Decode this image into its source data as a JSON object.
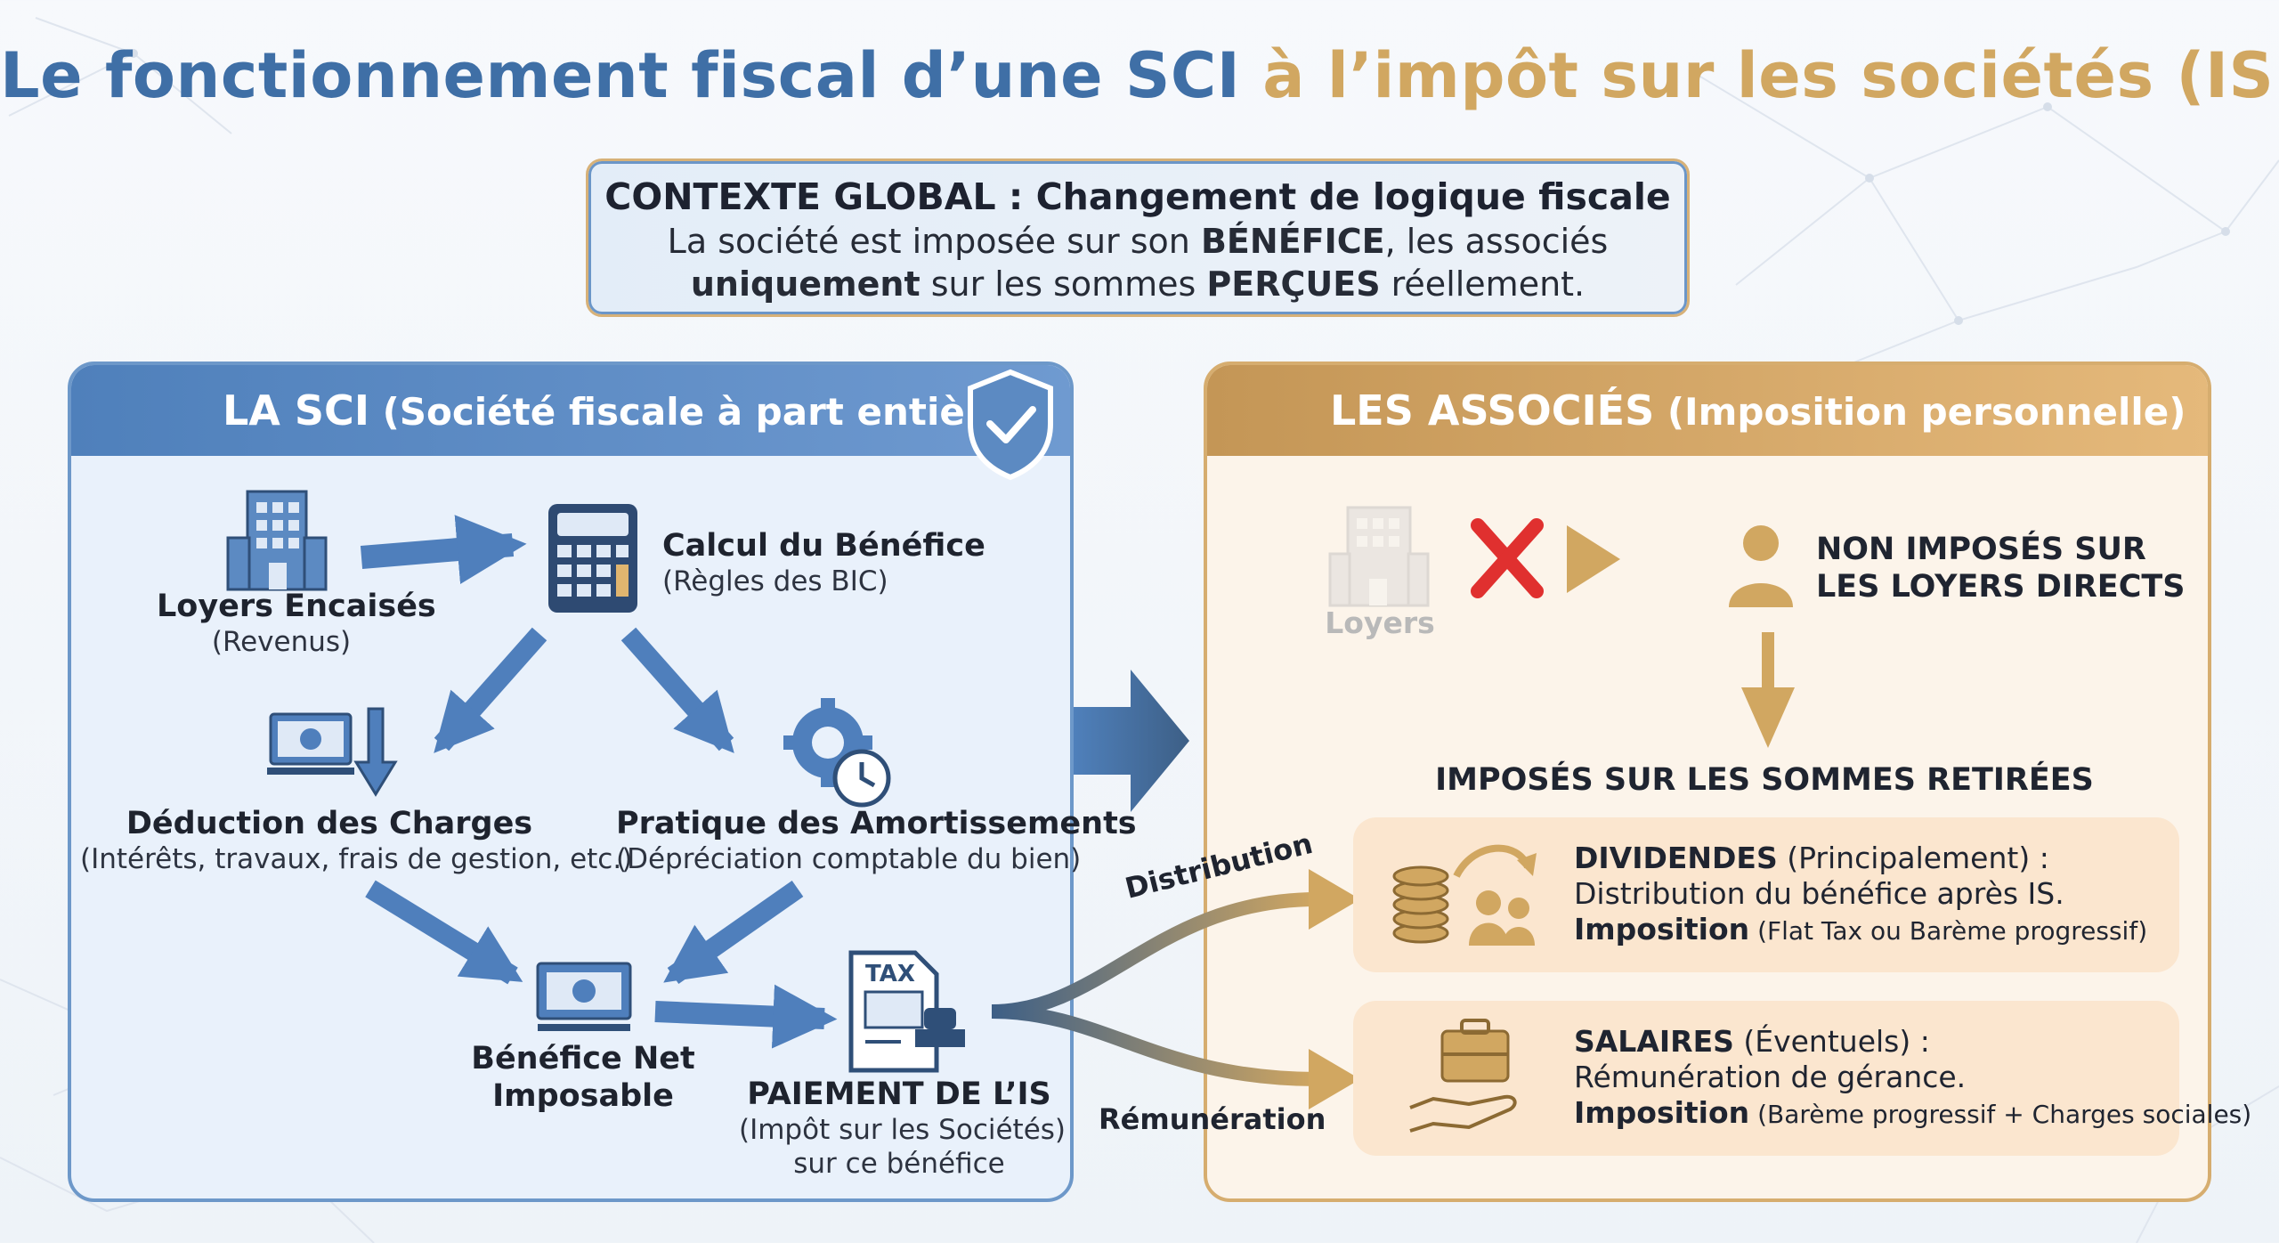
{
  "title": {
    "part1": "Le fonctionnement fiscal d’une SCI",
    "part2": "à l’impôt sur les sociétés (IS)"
  },
  "context": {
    "heading": "CONTEXTE GLOBAL : Changement de logique fiscale",
    "line2_a": "La société est imposée sur son ",
    "line2_b": "BÉNÉFICE",
    "line2_c": ", les associés",
    "line3_a": "uniquement",
    "line3_b": " sur les sommes ",
    "line3_c": "PERÇUES",
    "line3_d": " réellement."
  },
  "left_panel": {
    "header_main": "LA SCI",
    "header_sub": "(Société fiscale à part entière)",
    "nodes": {
      "loyers": {
        "title": "Loyers Encaisés",
        "sub": "(Revenus)"
      },
      "calcul": {
        "title": "Calcul du Bénéfice",
        "sub": "(Règles des BIC)"
      },
      "deduction": {
        "title": "Déduction des Charges",
        "sub": "(Intérêts, travaux, frais de gestion, etc.)"
      },
      "amortissements": {
        "title": "Pratique des Amortissements",
        "sub": "(Dépréciation comptable du bien)"
      },
      "benefice": {
        "title1": "Bénéfice Net",
        "title2": "Imposable"
      },
      "paiement": {
        "title": "PAIEMENT DE L’IS",
        "sub1": "(Impôt sur les Sociétés)",
        "sub2": "sur ce bénéfice",
        "icon_text": "TAX"
      }
    }
  },
  "right_panel": {
    "header_main": "LES ASSOCIÉS",
    "header_sub": "(Imposition personnelle)",
    "loyers_label": "Loyers",
    "non_imposes_1": "NON IMPOSÉS SUR",
    "non_imposes_2": "LES LOYERS DIRECTS",
    "imposes": "IMPOSÉS SUR LES SOMMES RETIRÉES",
    "cards": [
      {
        "title": "DIVIDENDES",
        "title_note": " (Principalement) :",
        "line2": "Distribution du bénéfice après IS.",
        "line3_bold": "Imposition",
        "line3_note": " (Flat Tax ou Barème progressif)"
      },
      {
        "title": "SALAIRES",
        "title_note": " (Éventuels) :",
        "line2": "Rémunération de gérance.",
        "line3_bold": "Imposition",
        "line3_note": " (Barème progressif + Charges sociales)"
      }
    ]
  },
  "flow_labels": {
    "distribution": "Distribution",
    "remuneration": "Rémunération"
  },
  "colors": {
    "blue": "#4f80bb",
    "gold": "#d1a761",
    "red": "#e0302f"
  }
}
